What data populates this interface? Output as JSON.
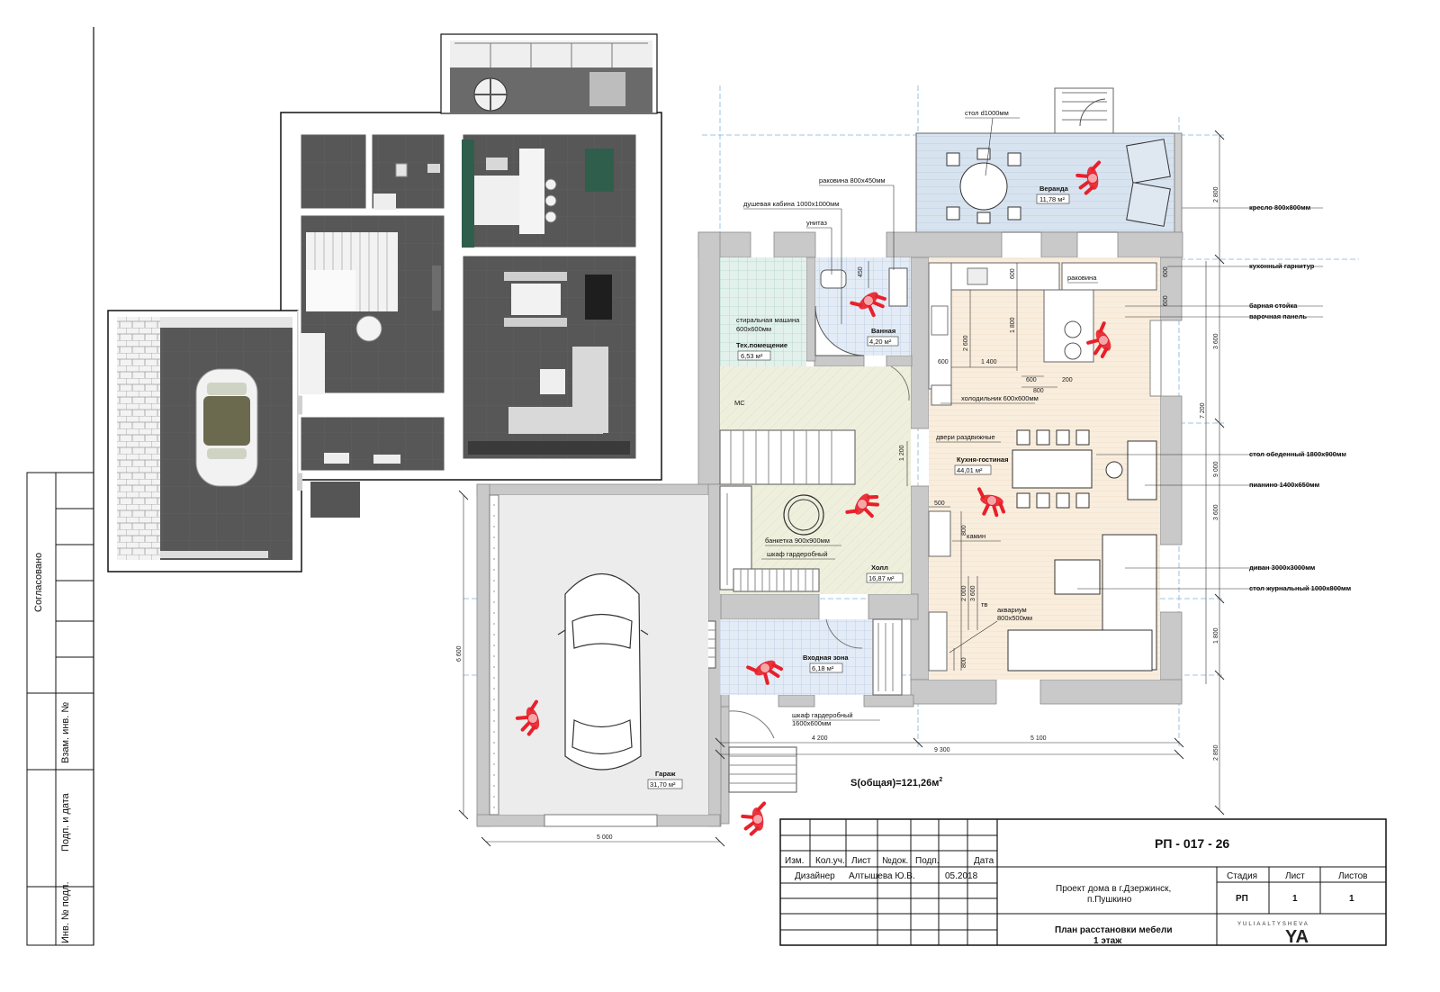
{
  "project_code": "РП - 017 - 26",
  "total_area": "S(общая)=121,26м",
  "total_area_sup": "2",
  "rooms": {
    "veranda": {
      "name": "Веранда",
      "area": "11,78 м²"
    },
    "tech": {
      "name": "Тех.помещение",
      "area": "6,53 м²"
    },
    "bath": {
      "name": "Ванная",
      "area": "4,20 м²"
    },
    "hall": {
      "name": "Холл",
      "area": "16,87 м²"
    },
    "kitchen": {
      "name": "Кухня-гостиная",
      "area": "44,01 м²"
    },
    "entry": {
      "name": "Входная зона",
      "area": "6,18 м²"
    },
    "garage": {
      "name": "Гараж",
      "area": "31,70 м²"
    }
  },
  "labels": {
    "table_d1000": "стол d1000мм",
    "sink_800": "раковина 800х450мм",
    "shower": "душевая кабина 1000х1000мм",
    "toilet": "унитаз",
    "washer": "стиральная машина",
    "washer_size": "600х600мм",
    "ms": "МС",
    "bench": "банкетка 900х900мм",
    "wardrobe_hall": "шкаф гардеробный",
    "wardrobe_entry": "шкаф гардеробный",
    "wardrobe_entry_size": "1600х600мм",
    "sink_kitchen": "раковина",
    "fridge": "холодильник 600х600мм",
    "sliding_doors": "двери раздвижные",
    "fireplace": "камин",
    "tv": "тв",
    "aquarium": "аквариум",
    "aquarium_size": "800х500мм"
  },
  "callouts": {
    "armchair": "кресло 800х800мм",
    "kitchen_set": "кухонный гарнитур",
    "bar": "барная стойка",
    "hob": "варочная панель",
    "dining_table": "стол обеденный 1800х900мм",
    "piano": "пианино 1400х650мм",
    "sofa": "диван 3000х3000мм",
    "coffee_table": "стол журнальный 1000х800мм"
  },
  "dims": {
    "d450": "450",
    "d600a": "600",
    "d600b": "600",
    "d600c": "600",
    "d600d": "600",
    "d1800": "1 800",
    "d2600": "2 600",
    "d1400": "1 400",
    "d600e": "600",
    "d200": "200",
    "d800a": "800",
    "d1200": "1 200",
    "d500": "500",
    "d800b": "800",
    "d2000": "2 000",
    "d3600c": "3 600",
    "d800c": "800",
    "r2800": "2 800",
    "r3600a": "3 600",
    "r7200": "7 200",
    "r9000": "9 000",
    "r3600b": "3 600",
    "r1800": "1 800",
    "r2850": "2 850",
    "l6600": "6 600",
    "b4200": "4 200",
    "b5100": "5 100",
    "b9300": "9 300",
    "b5000": "5 000"
  },
  "sidebar": {
    "agreed": "Согласовано",
    "swap": "Взам. инв. №",
    "sign": "Подп. и дата",
    "inv": "Инв. № подл."
  },
  "title_block": {
    "h_izm": "Изм.",
    "h_kol": "Кол.уч.",
    "h_list": "Лист",
    "h_doc": "№док.",
    "h_podp": "Подп.",
    "h_date": "Дата",
    "role": "Дизайнер",
    "name": "Алтышева Ю.В.",
    "date": "05.2018",
    "project_line1": "Проект дома в г.Дзержинск,",
    "project_line2": "п.Пушкино",
    "stage_h": "Стадия",
    "sheet_h": "Лист",
    "sheets_h": "Листов",
    "stage": "РП",
    "sheet": "1",
    "sheets": "1",
    "drawing_line1": "План расстановки мебели",
    "drawing_line2": "1 этаж",
    "brand": "YULIAALTYSHEVA",
    "logo": "YA"
  },
  "colors": {
    "wall": "#c9c9c9",
    "wall_stroke": "#8a8a8a",
    "veranda": "#d6e2f0",
    "tech": "#dcefe7",
    "bath": "#dfe9f3",
    "hall": "#eeeedc",
    "kitchen": "#f8ecdd",
    "entry": "#d9e6f2",
    "garage": "#ececec",
    "axis": "#7fb4e0",
    "person": "#e8202a",
    "render_floor": "#4d4d4d",
    "render_wall": "#f4f4f4",
    "kitchen_green": "#2f5e4c"
  }
}
